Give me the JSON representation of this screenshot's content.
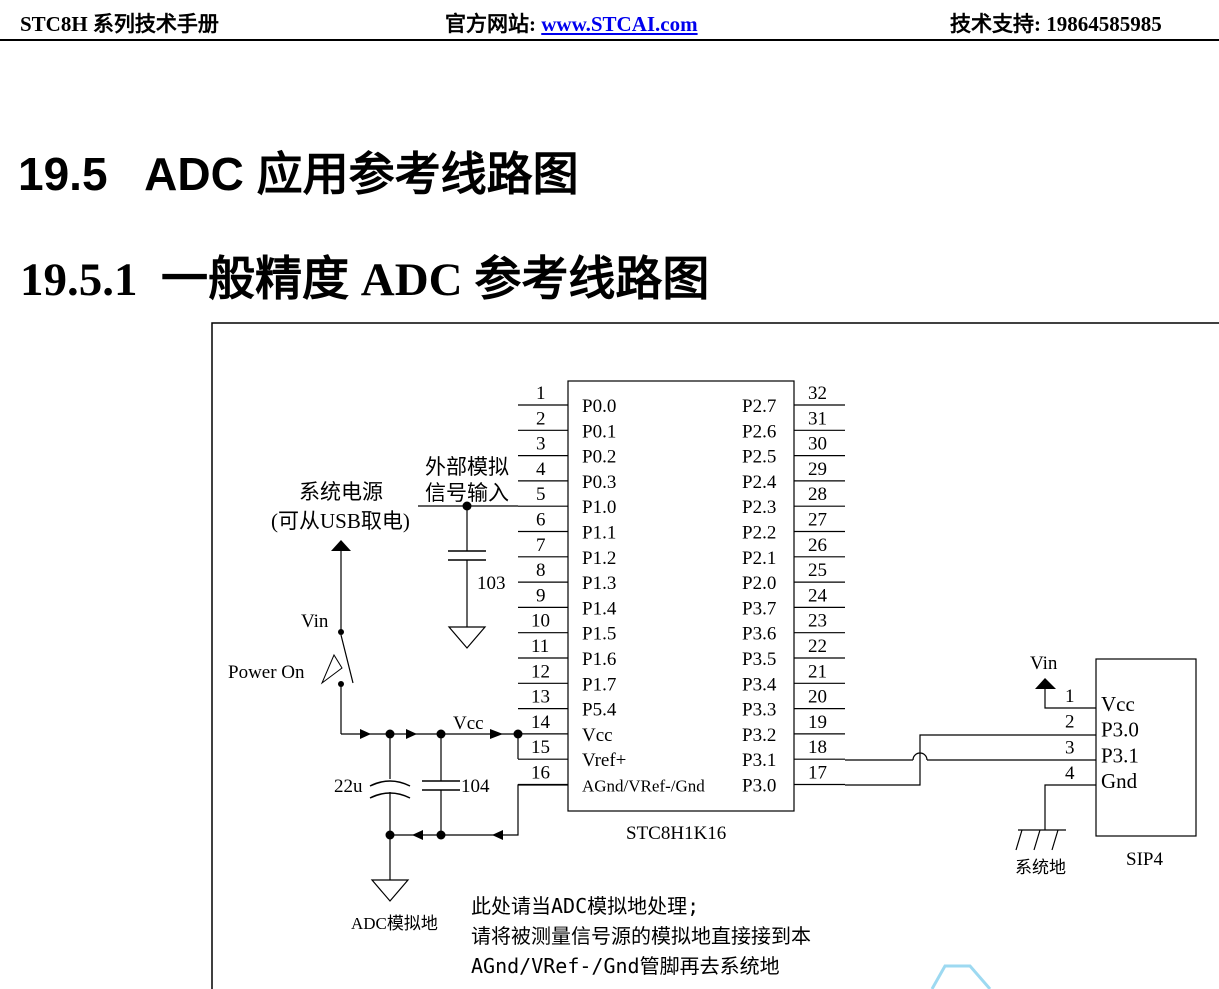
{
  "header": {
    "left": "STC8H 系列技术手册",
    "center_prefix": "官方网站: ",
    "center_link": "www.STCAI.com",
    "right": "技术支持: 19864585985"
  },
  "section_title": "19.5   ADC 应用参考线路图",
  "subsection_title": "19.5.1  一般精度 ADC 参考线路图",
  "chip": {
    "name": "STC8H1K16",
    "left_pins": [
      {
        "num": "1",
        "name": "P0.0"
      },
      {
        "num": "2",
        "name": "P0.1"
      },
      {
        "num": "3",
        "name": "P0.2"
      },
      {
        "num": "4",
        "name": "P0.3"
      },
      {
        "num": "5",
        "name": "P1.0"
      },
      {
        "num": "6",
        "name": "P1.1"
      },
      {
        "num": "7",
        "name": "P1.2"
      },
      {
        "num": "8",
        "name": "P1.3"
      },
      {
        "num": "9",
        "name": "P1.4"
      },
      {
        "num": "10",
        "name": "P1.5"
      },
      {
        "num": "11",
        "name": "P1.6"
      },
      {
        "num": "12",
        "name": "P1.7"
      },
      {
        "num": "13",
        "name": "P5.4"
      },
      {
        "num": "14",
        "name": "Vcc"
      },
      {
        "num": "15",
        "name": "Vref+"
      },
      {
        "num": "16",
        "name": "AGnd/VRef-/Gnd"
      }
    ],
    "right_pins": [
      {
        "num": "32",
        "name": "P2.7"
      },
      {
        "num": "31",
        "name": "P2.6"
      },
      {
        "num": "30",
        "name": "P2.5"
      },
      {
        "num": "29",
        "name": "P2.4"
      },
      {
        "num": "28",
        "name": "P2.3"
      },
      {
        "num": "27",
        "name": "P2.2"
      },
      {
        "num": "26",
        "name": "P2.1"
      },
      {
        "num": "25",
        "name": "P2.0"
      },
      {
        "num": "24",
        "name": "P3.7"
      },
      {
        "num": "23",
        "name": "P3.6"
      },
      {
        "num": "22",
        "name": "P3.5"
      },
      {
        "num": "21",
        "name": "P3.4"
      },
      {
        "num": "20",
        "name": "P3.3"
      },
      {
        "num": "19",
        "name": "P3.2"
      },
      {
        "num": "18",
        "name": "P3.1"
      },
      {
        "num": "17",
        "name": "P3.0"
      }
    ]
  },
  "labels": {
    "ext_analog_1": "外部模拟",
    "ext_analog_2": "信号输入",
    "cap_103": "103",
    "power_1": "系统电源",
    "power_2": "(可从USB取电)",
    "vin": "Vin",
    "power_on": "Power On",
    "vcc": "Vcc",
    "cap_22u": "22u",
    "cap_104": "104",
    "adc_gnd": "ADC模拟地",
    "note_1": "此处请当ADC模拟地处理;",
    "note_2": "请将被测量信号源的模拟地直接接到本",
    "note_3": "AGnd/VRef-/Gnd管脚再去系统地",
    "sip_vin": "Vin",
    "sys_gnd": "系统地",
    "sip_name": "SIP4"
  },
  "sip4": [
    {
      "num": "1",
      "name": "Vcc"
    },
    {
      "num": "2",
      "name": "P3.0"
    },
    {
      "num": "3",
      "name": "P3.1"
    },
    {
      "num": "4",
      "name": "Gnd"
    }
  ],
  "colors": {
    "link": "#0000ee",
    "watermark": "#5bc0e8"
  }
}
